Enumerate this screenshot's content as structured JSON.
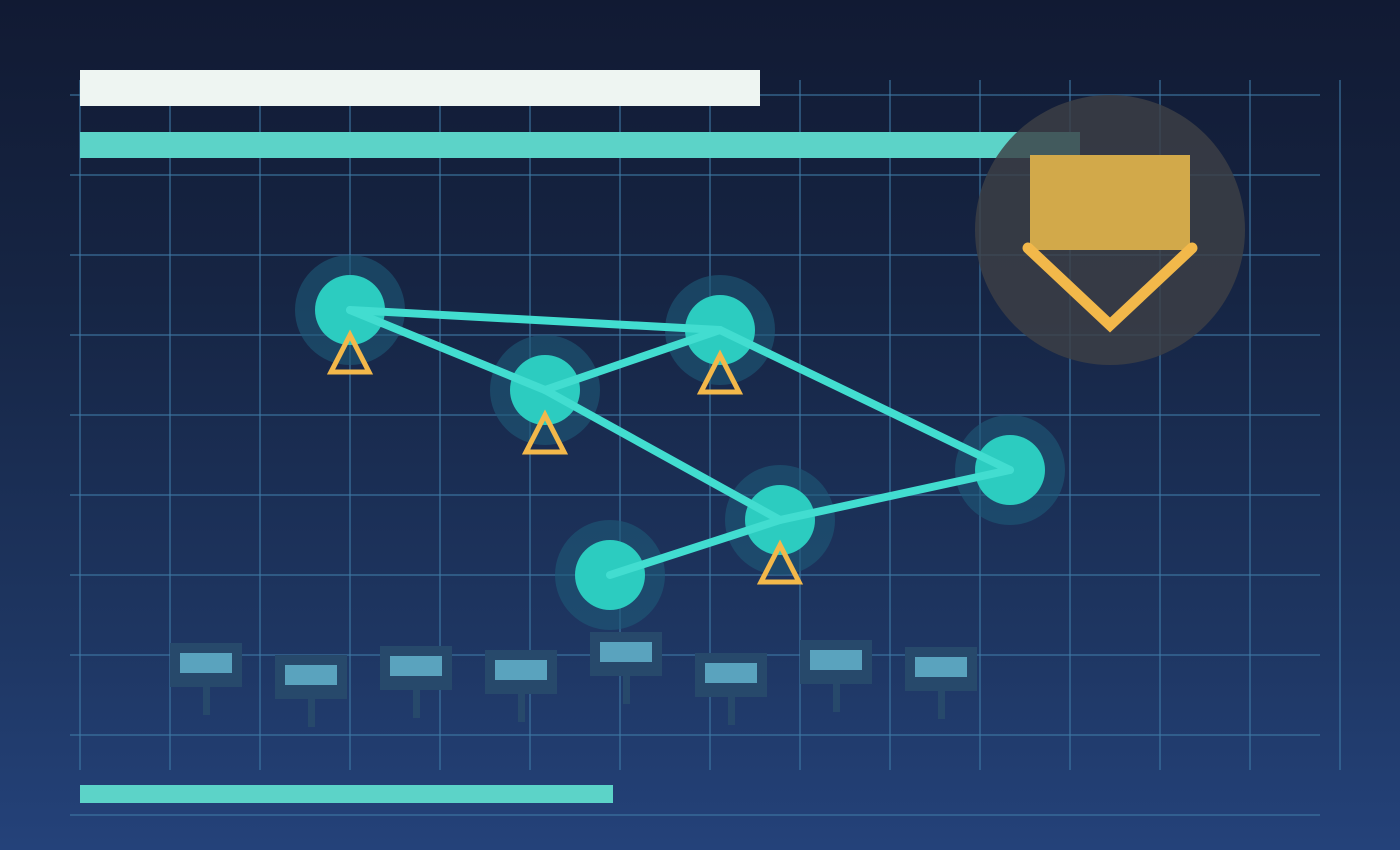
{
  "colors": {
    "grid": "#3f7aa6",
    "title_bar": "#eef5f2",
    "accent_bar": "#5cd3c8",
    "node_fill": "#2cccc0",
    "node_halo": "#1e5a78",
    "edge": "#42ddd0",
    "warning": "#f2b84a",
    "marker_fill": "#d2a94a",
    "marker_bg": "#3d3f46",
    "sign_board": "#27496b",
    "sign_panel": "#5aa3be"
  },
  "icons": {
    "node_marker": "warning-triangle-icon",
    "target": "down-arrow-marker-icon",
    "signs": "signpost-icon"
  },
  "progress": {
    "fraction": 0.43
  },
  "graph": {
    "nodes": [
      {
        "id": "n1",
        "warning": true
      },
      {
        "id": "n2",
        "warning": true
      },
      {
        "id": "n3",
        "warning": true
      },
      {
        "id": "n4",
        "warning": true
      },
      {
        "id": "n5",
        "warning": false
      },
      {
        "id": "n6",
        "warning": false
      }
    ],
    "edges": [
      [
        "n1",
        "n3"
      ],
      [
        "n1",
        "n2"
      ],
      [
        "n2",
        "n3"
      ],
      [
        "n2",
        "n4"
      ],
      [
        "n3",
        "n5"
      ],
      [
        "n5",
        "n4"
      ],
      [
        "n4",
        "n6"
      ]
    ],
    "signpost_count": 8
  }
}
